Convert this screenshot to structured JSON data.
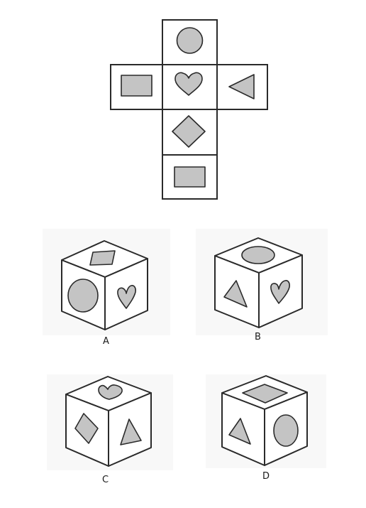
{
  "net": {
    "cells": [
      {
        "id": "top",
        "shape": "circle"
      },
      {
        "id": "left",
        "shape": "rectangle"
      },
      {
        "id": "center",
        "shape": "heart"
      },
      {
        "id": "right",
        "shape": "triangle"
      },
      {
        "id": "below-center",
        "shape": "diamond"
      },
      {
        "id": "bottom",
        "shape": "rectangle"
      }
    ]
  },
  "options": [
    {
      "label": "A",
      "top": "parallelogram",
      "left": "circle",
      "right": "heart"
    },
    {
      "label": "B",
      "top": "ellipse",
      "left": "triangle",
      "right": "heart"
    },
    {
      "label": "C",
      "top": "heart",
      "left": "diamond",
      "right": "triangle"
    },
    {
      "label": "D",
      "top": "diamond",
      "left": "triangle",
      "right": "circle"
    }
  ],
  "colors": {
    "shape_fill": "#c4c4c4",
    "outline": "#2a2a2a",
    "face_fill": "#ffffff"
  }
}
